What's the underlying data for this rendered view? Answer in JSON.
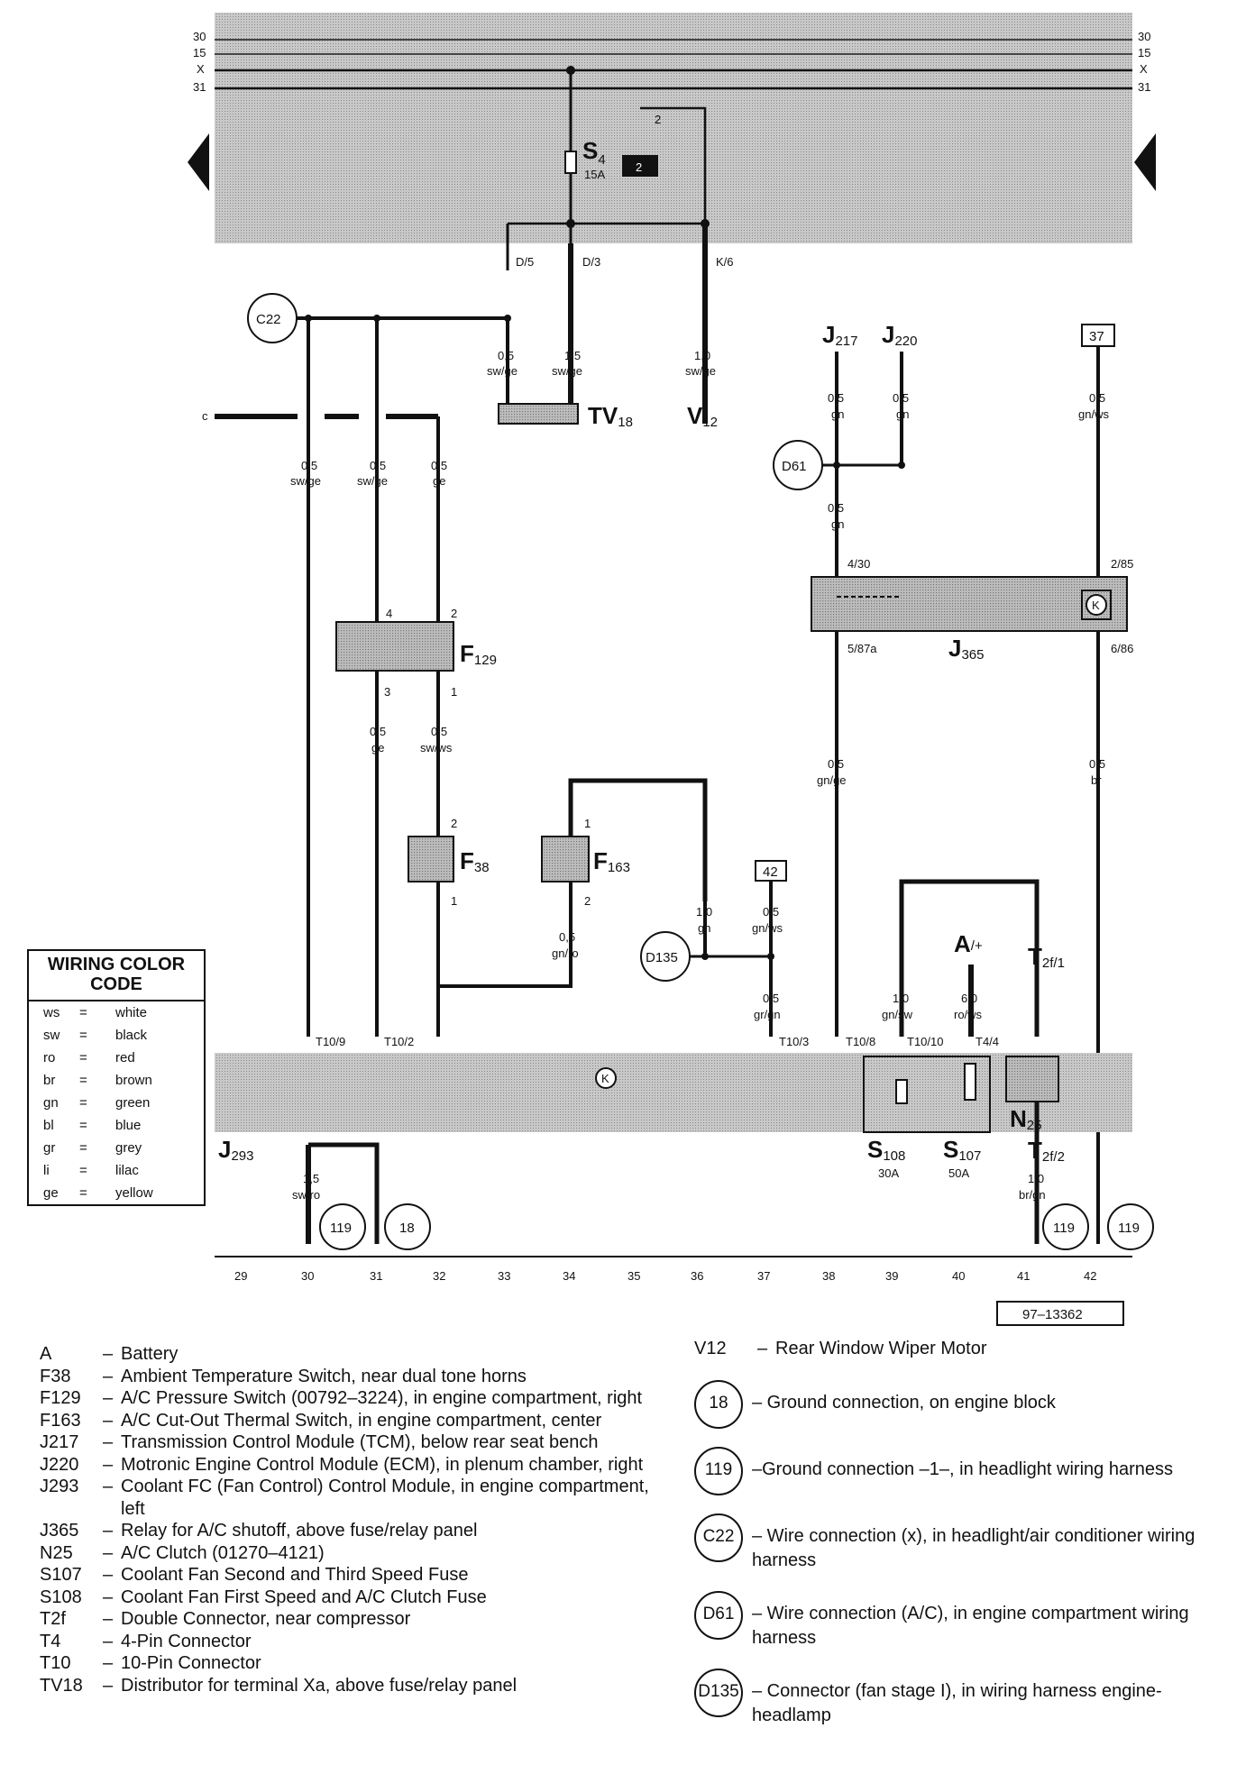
{
  "buses": {
    "left": [
      "30",
      "15",
      "X",
      "31"
    ],
    "right": [
      "30",
      "15",
      "X",
      "31"
    ]
  },
  "fuse_panel": {
    "fuse_name": "S",
    "fuse_sub": "4",
    "fuse_rating": "15A",
    "box_label": "2",
    "pin_label": "2"
  },
  "connectors_top": [
    "D/5",
    "D/3",
    "K/6"
  ],
  "wires": {
    "w1": [
      "0,5",
      "sw/ge"
    ],
    "w2": [
      "1,5",
      "sw/ge"
    ],
    "w3": [
      "1,0",
      "sw/ge"
    ],
    "w4": [
      "0,5",
      "sw/ge"
    ],
    "w5": [
      "0,5",
      "sw/ge"
    ],
    "w6": [
      "0,5",
      "ge"
    ],
    "j217": [
      "0,5",
      "gn"
    ],
    "j220": [
      "0,5",
      "gn"
    ],
    "t37": [
      "0,5",
      "gn/ws"
    ],
    "d61": [
      "0,5",
      "gn"
    ],
    "f129_3": [
      "0,5",
      "ge"
    ],
    "f129_1": [
      "0,5",
      "sw/ws"
    ],
    "j365_out": [
      "0,5",
      "gn/ge"
    ],
    "j365_86": [
      "0,5",
      "br"
    ],
    "f163_a": [
      "1,0",
      "gn"
    ],
    "t42": [
      "0,5",
      "gn/ws"
    ],
    "f38": [
      "0,5",
      "gn/ro"
    ],
    "t103": [
      "0,5",
      "gr/gn"
    ],
    "s108": [
      "1,0",
      "gn/sw"
    ],
    "s107": [
      "6,0",
      "ro/ws"
    ],
    "ground30": [
      "1,5",
      "sw/ro"
    ],
    "n25": [
      "1,0",
      "br/gn"
    ]
  },
  "components": {
    "c22": "C22",
    "tv": "TV",
    "tv_sub": "18",
    "v12": "V",
    "v12_sub": "12",
    "j217": "J",
    "j217_sub": "217",
    "j220": "J",
    "j220_sub": "220",
    "box37": "37",
    "box42": "42",
    "d61": "D61",
    "d135": "D135",
    "j365": "J",
    "j365_sub": "365",
    "f129": "F",
    "f129_sub": "129",
    "f38": "F",
    "f38_sub": "38",
    "f163": "F",
    "f163_sub": "163",
    "a": "A",
    "a_sub": "/+",
    "t2f1": "T",
    "t2f1_sub": "2f/1",
    "n25": "N",
    "n25_sub": "25",
    "t2f2": "T",
    "t2f2_sub": "2f/2",
    "j293": "J",
    "j293_sub": "293",
    "s108": "S",
    "s108_sub": "108",
    "s108_rating": "30A",
    "s107": "S",
    "s107_sub": "107",
    "s107_rating": "50A",
    "g119": "119",
    "g18": "18",
    "k": "K",
    "c": "c"
  },
  "pins": {
    "j365_430": "4/30",
    "j365_285": "2/85",
    "j365_587a": "5/87a",
    "j365_686": "6/86",
    "f129_4": "4",
    "f129_2": "2",
    "f129_3": "3",
    "f129_1": "1",
    "f38_2": "2",
    "f38_1": "1",
    "f163_1": "1",
    "f163_2": "2",
    "t109": "T10/9",
    "t102": "T10/2",
    "t103": "T10/3",
    "t108": "T10/8",
    "t1010": "T10/10",
    "t44": "T4/4"
  },
  "track": [
    "29",
    "30",
    "31",
    "32",
    "33",
    "34",
    "35",
    "36",
    "37",
    "38",
    "39",
    "40",
    "41",
    "42"
  ],
  "ref": "97–13362",
  "legend": {
    "title": "WIRING COLOR CODE",
    "rows": [
      [
        "ws",
        "=",
        "white"
      ],
      [
        "sw",
        "=",
        "black"
      ],
      [
        "ro",
        "=",
        "red"
      ],
      [
        "br",
        "=",
        "brown"
      ],
      [
        "gn",
        "=",
        "green"
      ],
      [
        "bl",
        "=",
        "blue"
      ],
      [
        "gr",
        "=",
        "grey"
      ],
      [
        "li",
        "=",
        "lilac"
      ],
      [
        "ge",
        "=",
        "yellow"
      ]
    ]
  },
  "key_left": [
    [
      "A",
      "–",
      "Battery"
    ],
    [
      "F38",
      "–",
      "Ambient Temperature Switch, near dual tone horns"
    ],
    [
      "F129",
      "–",
      "A/C Pressure Switch (00792–3224), in engine compartment, right"
    ],
    [
      "F163",
      "–",
      "A/C Cut-Out Thermal Switch, in engine compartment, center"
    ],
    [
      "J217",
      "–",
      "Transmission Control Module (TCM), below rear seat bench"
    ],
    [
      "J220",
      "–",
      "Motronic Engine Control Module (ECM), in plenum chamber, right"
    ],
    [
      "J293",
      "–",
      "Coolant FC (Fan Control) Control Module, in engine compartment, left"
    ],
    [
      "J365",
      "–",
      "Relay for A/C shutoff, above fuse/relay panel"
    ],
    [
      "N25",
      "–",
      "A/C Clutch (01270–4121)"
    ],
    [
      "S107",
      "–",
      "Coolant Fan Second and Third Speed Fuse"
    ],
    [
      "S108",
      "–",
      "Coolant Fan First Speed and A/C Clutch Fuse"
    ],
    [
      "T2f",
      "–",
      "Double Connector, near compressor"
    ],
    [
      "T4",
      "–",
      "4-Pin Connector"
    ],
    [
      "T10",
      "–",
      "10-Pin Connector"
    ],
    [
      "TV18",
      "–",
      "Distributor for terminal Xa, above fuse/relay panel"
    ]
  ],
  "key_right_v12": [
    "V12",
    "–",
    "Rear Window Wiper Motor"
  ],
  "key_right": [
    [
      "18",
      "– Ground connection, on engine block"
    ],
    [
      "119",
      "–Ground connection –1–, in headlight wiring harness"
    ],
    [
      "C22",
      "– Wire connection (x), in headlight/air conditioner wiring harness"
    ],
    [
      "D61",
      "– Wire connection (A/C), in engine compartment wiring harness"
    ],
    [
      "D135",
      "– Connector (fan stage I), in wiring harness engine-headlamp"
    ]
  ]
}
